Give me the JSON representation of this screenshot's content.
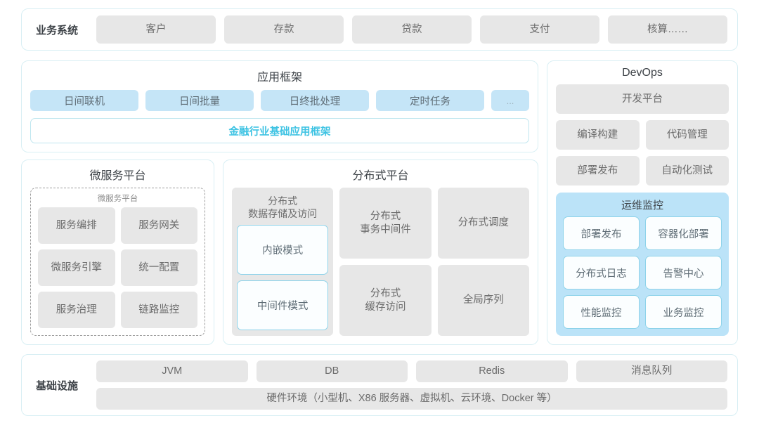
{
  "business_row": {
    "label": "业务系统",
    "items": [
      "客户",
      "存款",
      "贷款",
      "支付",
      "核算……"
    ]
  },
  "app_framework": {
    "title": "应用框架",
    "tags": [
      "日间联机",
      "日间批量",
      "日终批处理",
      "定时任务",
      "..."
    ],
    "banner": "金融行业基础应用框架",
    "banner_color": "#3ec3e3"
  },
  "microservice_platform": {
    "title": "微服务平台",
    "sub_title": "微服务平台",
    "items": [
      "服务编排",
      "服务网关",
      "微服务引擎",
      "统一配置",
      "服务治理",
      "链路监控"
    ]
  },
  "distributed_platform": {
    "title": "分布式平台",
    "storage": {
      "title": "分布式\n数据存储及访问",
      "modes": [
        "内嵌模式",
        "中间件模式"
      ]
    },
    "middle_column": [
      "分布式\n事务中间件",
      "分布式\n缓存访问"
    ],
    "right_column": [
      "分布式调度",
      "全局序列"
    ]
  },
  "devops": {
    "title": "DevOps",
    "dev_platform": "开发平台",
    "items": [
      "编译构建",
      "代码管理",
      "部署发布",
      "自动化测试"
    ],
    "ops_monitor": {
      "title": "运维监控",
      "items": [
        "部署发布",
        "容器化部署",
        "分布式日志",
        "告警中心",
        "性能监控",
        "业务监控"
      ],
      "panel_color": "#bbe3f8"
    }
  },
  "infrastructure": {
    "label": "基础设施",
    "items": [
      "JVM",
      "DB",
      "Redis",
      "消息队列"
    ],
    "hardware": "硬件环境（小型机、X86 服务器、虚拟机、云环境、Docker 等）"
  },
  "colors": {
    "panel_border": "#d8eff4",
    "chip_gray": "#e7e7e7",
    "chip_blue": "#c5e5f7",
    "accent_cyan": "#3ec3e3"
  }
}
